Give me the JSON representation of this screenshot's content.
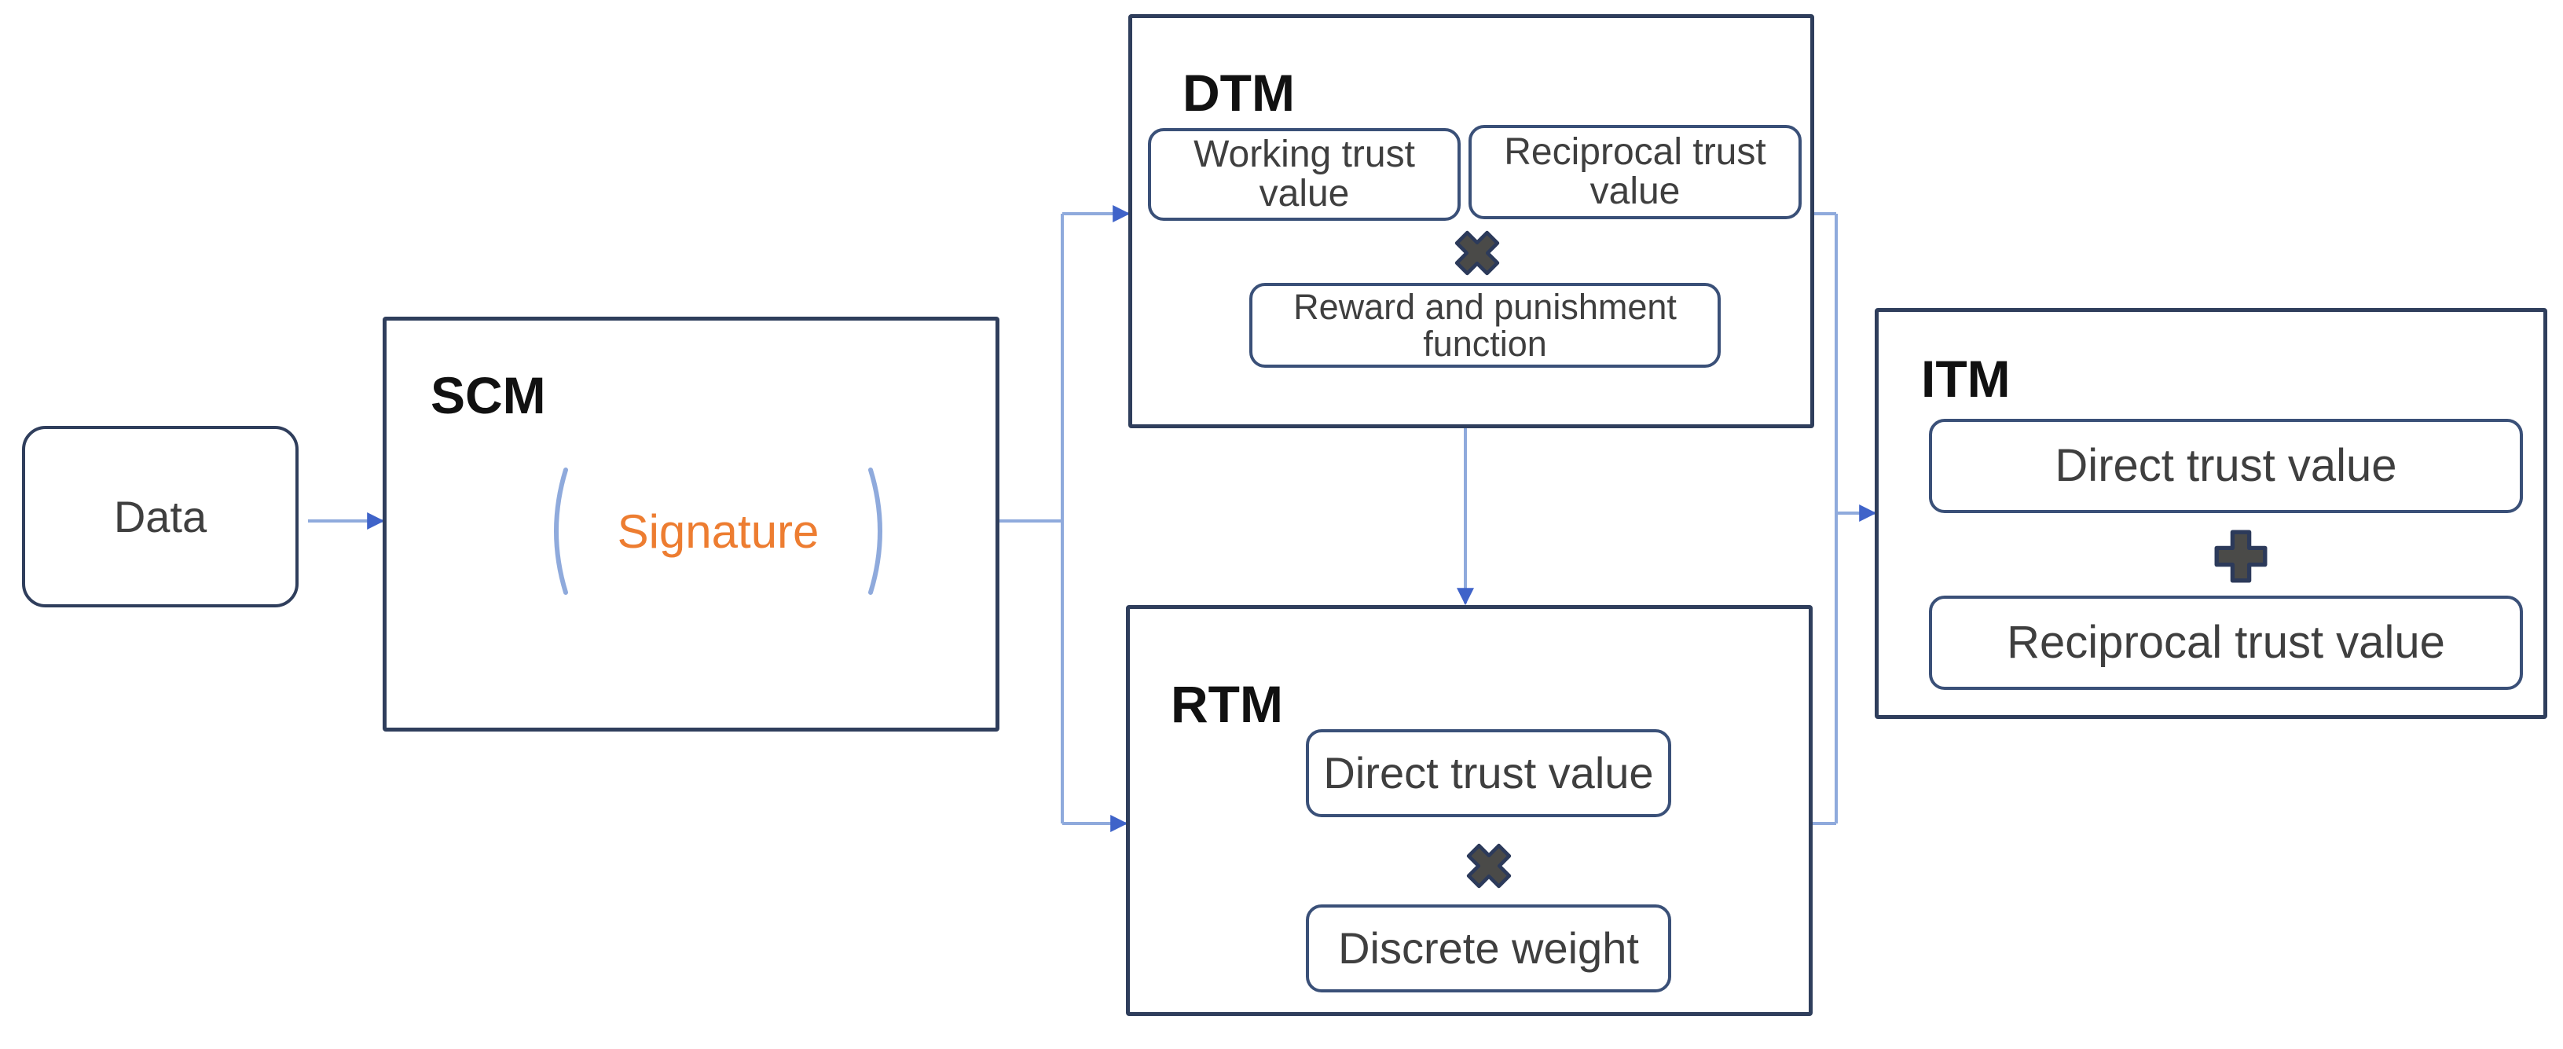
{
  "colors": {
    "box-border": "#2f3e5c",
    "inner-border": "#3a5078",
    "connector-line": "#8faadc",
    "arrowhead": "#3f63c9",
    "signature-text": "#ED7D31",
    "bracket": "#8faadc",
    "operator-fill": "#4a4a48",
    "operator-outline": "#2c3a5a",
    "label-text": "#3f3f3f",
    "title-text": "#111111"
  },
  "nodes": {
    "data": {
      "label": "Data"
    },
    "scm": {
      "title": "SCM",
      "signature": "Signature"
    },
    "dtm": {
      "title": "DTM",
      "working": "Working trust value",
      "reciprocal": "Reciprocal trust value",
      "operator": "multiply",
      "reward": "Reward and punishment function"
    },
    "rtm": {
      "title": "RTM",
      "direct": "Direct trust value",
      "operator": "multiply",
      "discrete": "Discrete weight"
    },
    "itm": {
      "title": "ITM",
      "direct": "Direct trust value",
      "operator": "plus",
      "reciprocal": "Reciprocal trust value"
    }
  }
}
